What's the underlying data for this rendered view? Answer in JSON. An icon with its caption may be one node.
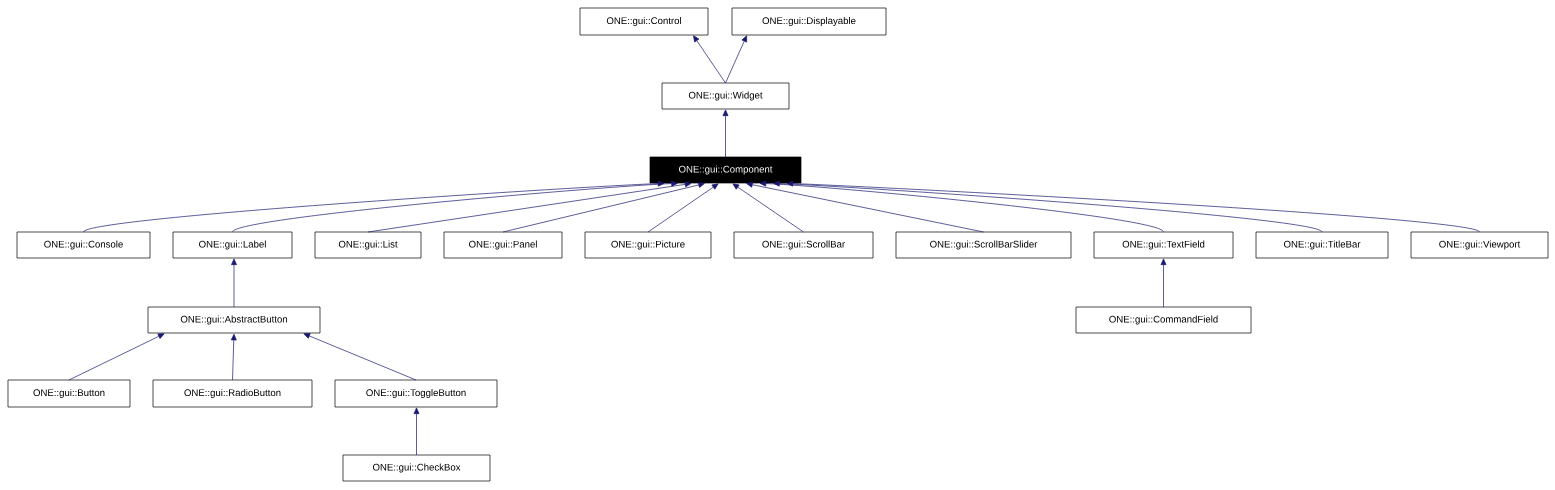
{
  "diagram": {
    "nodes": [
      {
        "text": [
          "ONE::gui::Control"
        ]
      },
      {
        "text": [
          "ONE::gui::Displayable"
        ]
      },
      {
        "text": [
          "ONE::gui::Widget"
        ]
      },
      {
        "text": [
          "ONE::gui::Component"
        ]
      },
      {
        "text": [
          "ONE::gui::Console"
        ]
      },
      {
        "text": [
          "ONE::gui::Label"
        ]
      },
      {
        "text": [
          "ONE::gui::List"
        ]
      },
      {
        "text": [
          "ONE::gui::Panel"
        ]
      },
      {
        "text": [
          "ONE::gui::Picture"
        ]
      },
      {
        "text": [
          "ONE::gui::ScrollBar"
        ]
      },
      {
        "text": [
          "ONE::gui::ScrollBarSlider"
        ]
      },
      {
        "text": [
          "ONE::gui::TextField"
        ]
      },
      {
        "text": [
          "ONE::gui::TitleBar"
        ]
      },
      {
        "text": [
          "ONE::gui::Viewport"
        ]
      },
      {
        "text": [
          "ONE::gui::AbstractButton"
        ]
      },
      {
        "text": [
          "ONE::gui::CommandField"
        ]
      },
      {
        "text": [
          "ONE::gui::Button"
        ]
      },
      {
        "text": [
          "ONE::gui::RadioButton"
        ]
      },
      {
        "text": [
          "ONE::gui::ToggleButton"
        ]
      },
      {
        "text": [
          "ONE::gui::CheckBox"
        ]
      }
    ],
    "edges": [
      {
        "from": 2,
        "to": 0,
        "arrow": "to"
      },
      {
        "from": 2,
        "to": 1,
        "arrow": "to"
      },
      {
        "from": 3,
        "to": 2,
        "arrow": "to"
      },
      {
        "from": 4,
        "to": 3,
        "arrow": "to"
      },
      {
        "from": 5,
        "to": 3,
        "arrow": "to"
      },
      {
        "from": 6,
        "to": 3,
        "arrow": "to"
      },
      {
        "from": 7,
        "to": 3,
        "arrow": "to"
      },
      {
        "from": 8,
        "to": 3,
        "arrow": "to"
      },
      {
        "from": 9,
        "to": 3,
        "arrow": "to"
      },
      {
        "from": 10,
        "to": 3,
        "arrow": "to"
      },
      {
        "from": 11,
        "to": 3,
        "arrow": "to"
      },
      {
        "from": 12,
        "to": 3,
        "arrow": "to"
      },
      {
        "from": 13,
        "to": 3,
        "arrow": "to"
      },
      {
        "from": 14,
        "to": 5,
        "arrow": "to"
      },
      {
        "from": 15,
        "to": 11,
        "arrow": "to"
      },
      {
        "from": 16,
        "to": 14,
        "arrow": "to"
      },
      {
        "from": 17,
        "to": 14,
        "arrow": "to"
      },
      {
        "from": 18,
        "to": 14,
        "arrow": "to"
      },
      {
        "from": 19,
        "to": 18,
        "arrow": "to"
      }
    ]
  }
}
